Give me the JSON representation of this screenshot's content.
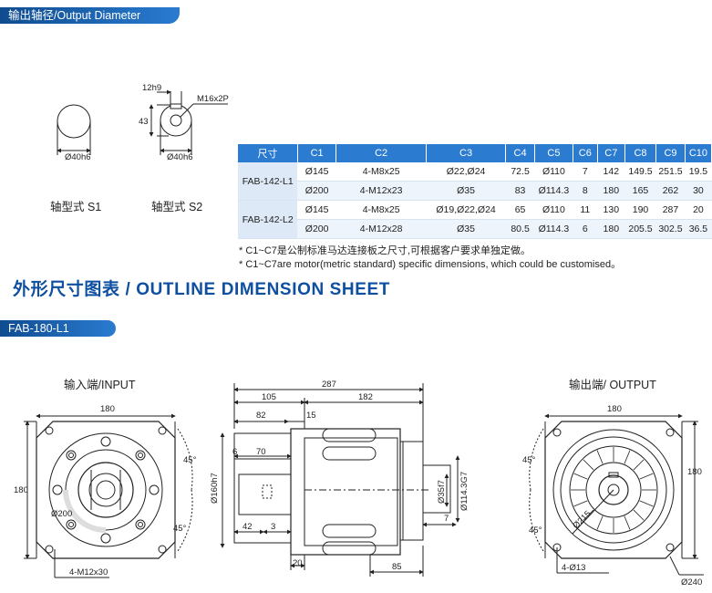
{
  "header": {
    "output_diameter_title": "输出轴径/Output Diameter"
  },
  "shaft_s1": {
    "caption": "轴型式  S1",
    "dia_label": "Ø40h6"
  },
  "shaft_s2": {
    "caption": "轴型式  S2",
    "dia_label": "Ø40h6",
    "key_width": "12h9",
    "height": "43",
    "thread": "M16x2P"
  },
  "table": {
    "headers": [
      "尺寸",
      "C1",
      "C2",
      "C3",
      "C4",
      "C5",
      "C6",
      "C7",
      "C8",
      "C9",
      "C10"
    ],
    "groups": [
      {
        "model": "FAB-142-L1",
        "rows": [
          [
            "Ø145",
            "4-M8x25",
            "Ø22,Ø24",
            "72.5",
            "Ø110",
            "7",
            "142",
            "149.5",
            "251.5",
            "19.5"
          ],
          [
            "Ø200",
            "4-M12x23",
            "Ø35",
            "83",
            "Ø114.3",
            "8",
            "180",
            "165",
            "262",
            "30"
          ]
        ]
      },
      {
        "model": "FAB-142-L2",
        "rows": [
          [
            "Ø145",
            "4-M8x25",
            "Ø19,Ø22,Ø24",
            "65",
            "Ø110",
            "11",
            "130",
            "190",
            "287",
            "20"
          ],
          [
            "Ø200",
            "4-M12x28",
            "Ø35",
            "80.5",
            "Ø114.3",
            "6",
            "180",
            "205.5",
            "302.5",
            "36.5"
          ]
        ]
      }
    ]
  },
  "notes": {
    "cn": "* C1~C7是公制标准马达连接板之尺寸,可根据客户要求单独定做。",
    "en": "* C1~C7are motor(metric standard)  specific dimensions, which could be customised。"
  },
  "section_title": "外形尺寸图表 / OUTLINE DIMENSION SHEET",
  "model_label": "FAB-180-L1",
  "input_view": {
    "title": "输入端/INPUT",
    "width": "180",
    "height": "180",
    "angle_top": "45°",
    "angle_bottom": "45°",
    "pcd": "Ø200",
    "holes": "4-M12x30"
  },
  "side_view": {
    "total_length": "287",
    "left_len": "105",
    "right_len": "182",
    "d82": "82",
    "d15": "15",
    "d6": "6",
    "d70": "70",
    "d160": "Ø160h7",
    "d42": "42",
    "d3": "3",
    "d20": "20",
    "d85": "85",
    "d35": "Ø35f7",
    "d114": "Ø114.3G7",
    "d7": "7"
  },
  "output_view": {
    "title": "输出端/ OUTPUT",
    "width": "180",
    "height": "180",
    "angle_top": "45°",
    "angle_bottom": "45°",
    "pcd": "Ø215",
    "holes": "4-Ø13",
    "outer": "Ø240"
  }
}
